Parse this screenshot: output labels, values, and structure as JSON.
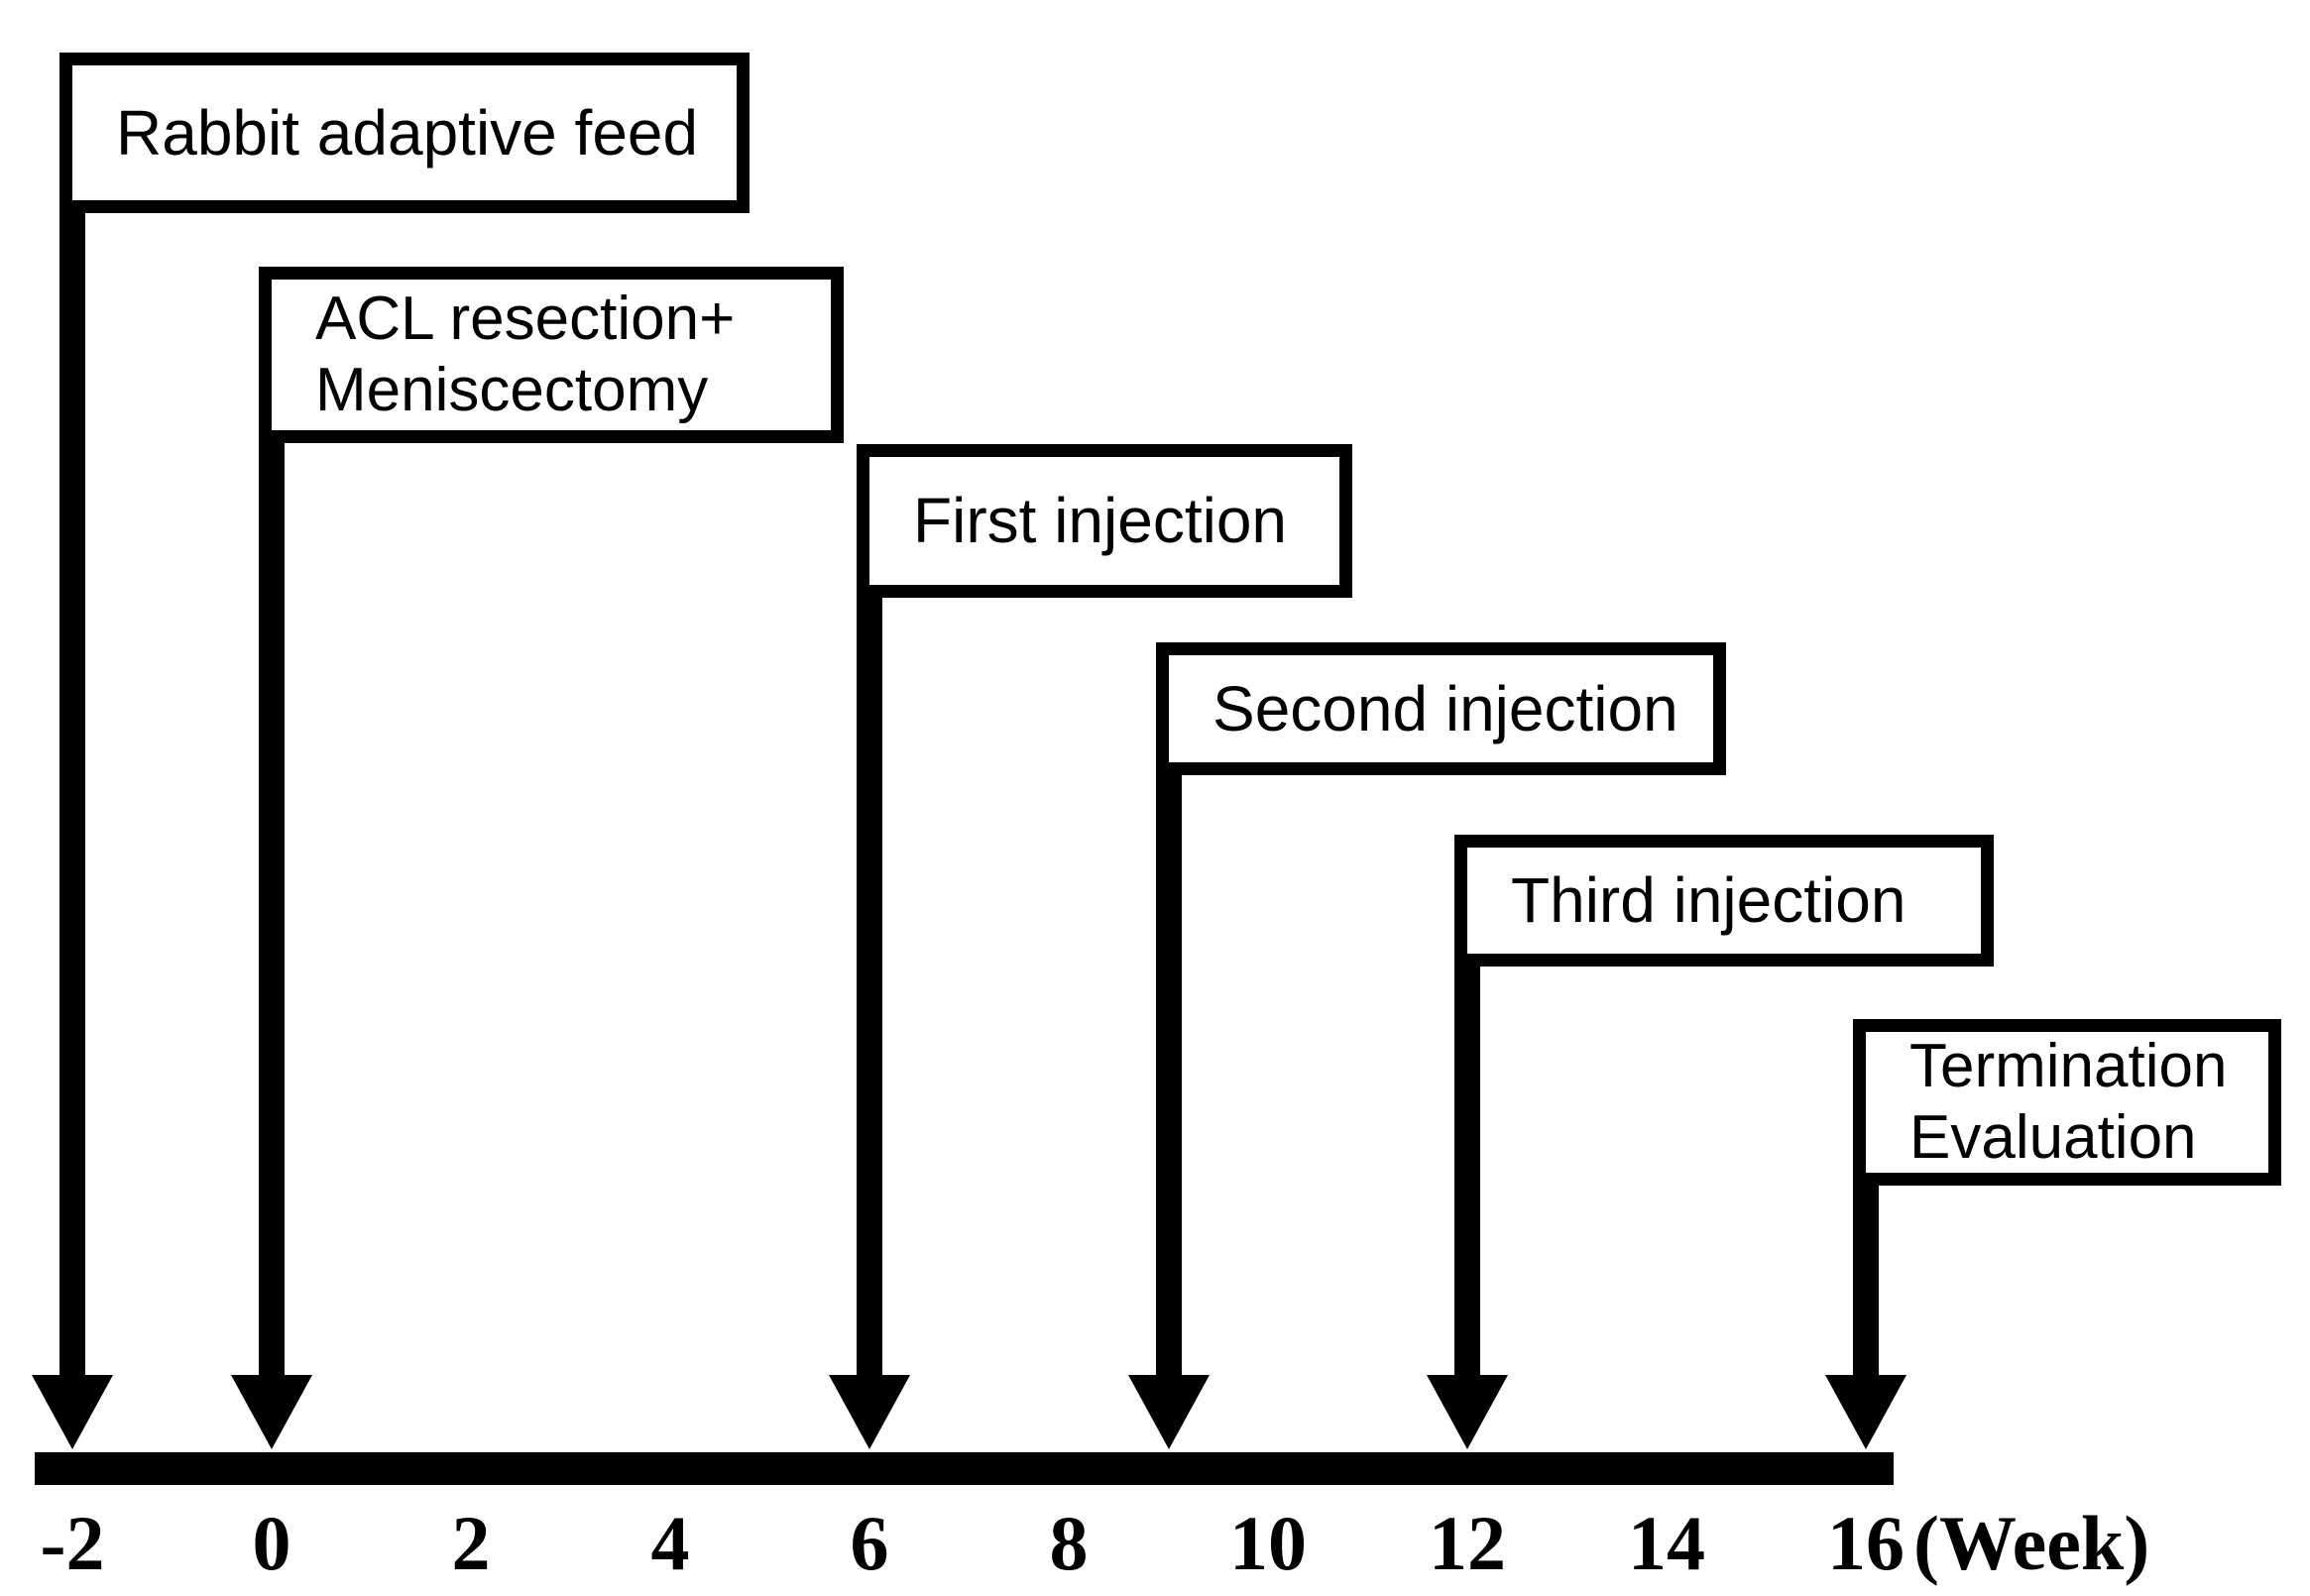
{
  "axis": {
    "ticks": [
      "-2",
      "0",
      "2",
      "4",
      "6",
      "8",
      "10",
      "12",
      "14",
      "16"
    ],
    "unit_label": "(Week)"
  },
  "events": [
    {
      "line1": "Rabbit adaptive feed",
      "line2": "",
      "week": -2
    },
    {
      "line1": "ACL resection+",
      "line2": "Meniscectomy",
      "week": 0
    },
    {
      "line1": "First injection",
      "line2": "",
      "week": 6
    },
    {
      "line1": "Second injection",
      "line2": "",
      "week": 9
    },
    {
      "line1": "Third injection",
      "line2": "",
      "week": 12
    },
    {
      "line1": "Termination",
      "line2": "Evaluation",
      "week": 16
    }
  ],
  "colors": {
    "ink": "#000000",
    "background": "#ffffff"
  }
}
